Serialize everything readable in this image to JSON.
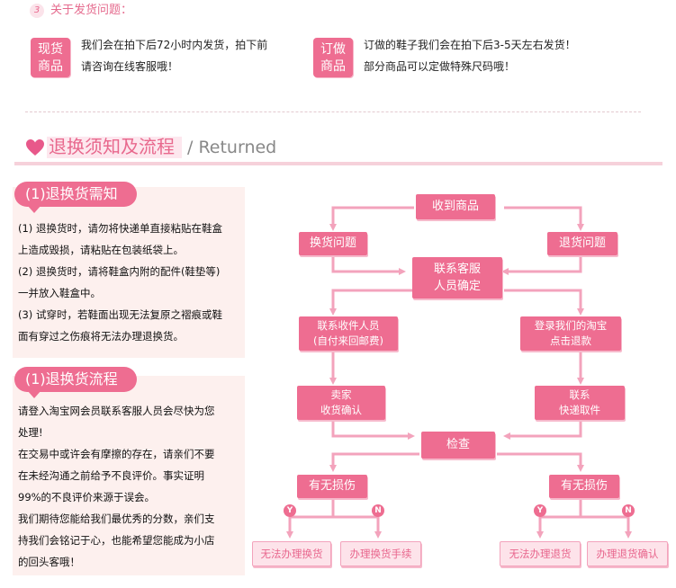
{
  "shipping": {
    "number": "3",
    "title": "关于发货问题：",
    "spot": {
      "tag_line1": "现货",
      "tag_line2": "商品",
      "line1": "我们会在拍下后72小时内发货，拍下前",
      "line2": "请咨询在线客服哦！"
    },
    "custom": {
      "tag_line1": "订做",
      "tag_line2": "商品",
      "line1": "订做的鞋子我们会在拍下后3-5天左右发货！",
      "line2": "部分商品可以定做特殊尺码哦！"
    }
  },
  "returns": {
    "title": "退换须知及流程",
    "subtitle": "/ Returned",
    "notice": {
      "tab": "(1)退换货需知",
      "lines": [
        "(1) 退换货时，请勿将快递单直接粘贴在鞋盒",
        "上造成毁损，请粘贴在包装纸袋上。",
        "(2) 退换货时，请将鞋盒内附的配件(鞋垫等)",
        "一并放入鞋盒中。",
        "(3) 试穿时，若鞋面出现无法复原之褶痕或鞋",
        "面有穿过之伤痕将无法办理退换货。"
      ]
    },
    "process": {
      "tab": "(1)退换货流程",
      "lines": [
        "请登入淘宝网会员联系客服人员会尽快为您",
        "处理!",
        "在交易中或许会有摩擦的存在，请亲们不要",
        "在未经沟通之前给予不良评价。事实证明",
        "99%的不良评价来源于误会。",
        "我们期待您能给我们最优秀的分数，亲们支",
        "持我们会铭记于心，也能希望您能成为小店",
        "的回头客哦！"
      ]
    }
  },
  "flow": {
    "receive": "收到商品",
    "exchange": "换货问题",
    "refund": "退货问题",
    "cs_line1": "联系客服",
    "cs_line2": "人员确定",
    "contact_line1": "联系收件人员",
    "contact_line2": "(自付来回邮费)",
    "login_line1": "登录我们的淘宝",
    "login_line2": "点击退款",
    "seller_line1": "卖家",
    "seller_line2": "收货确认",
    "express_line1": "联系",
    "express_line2": "快递取件",
    "inspect": "检查",
    "damage_left": "有无损伤",
    "damage_right": "有无损伤",
    "yes": "Y",
    "no": "N",
    "no_exchange": "无法办理换货",
    "do_exchange": "办理换货手续",
    "no_refund": "无法办理退货",
    "confirm_refund": "办理退货确认"
  }
}
